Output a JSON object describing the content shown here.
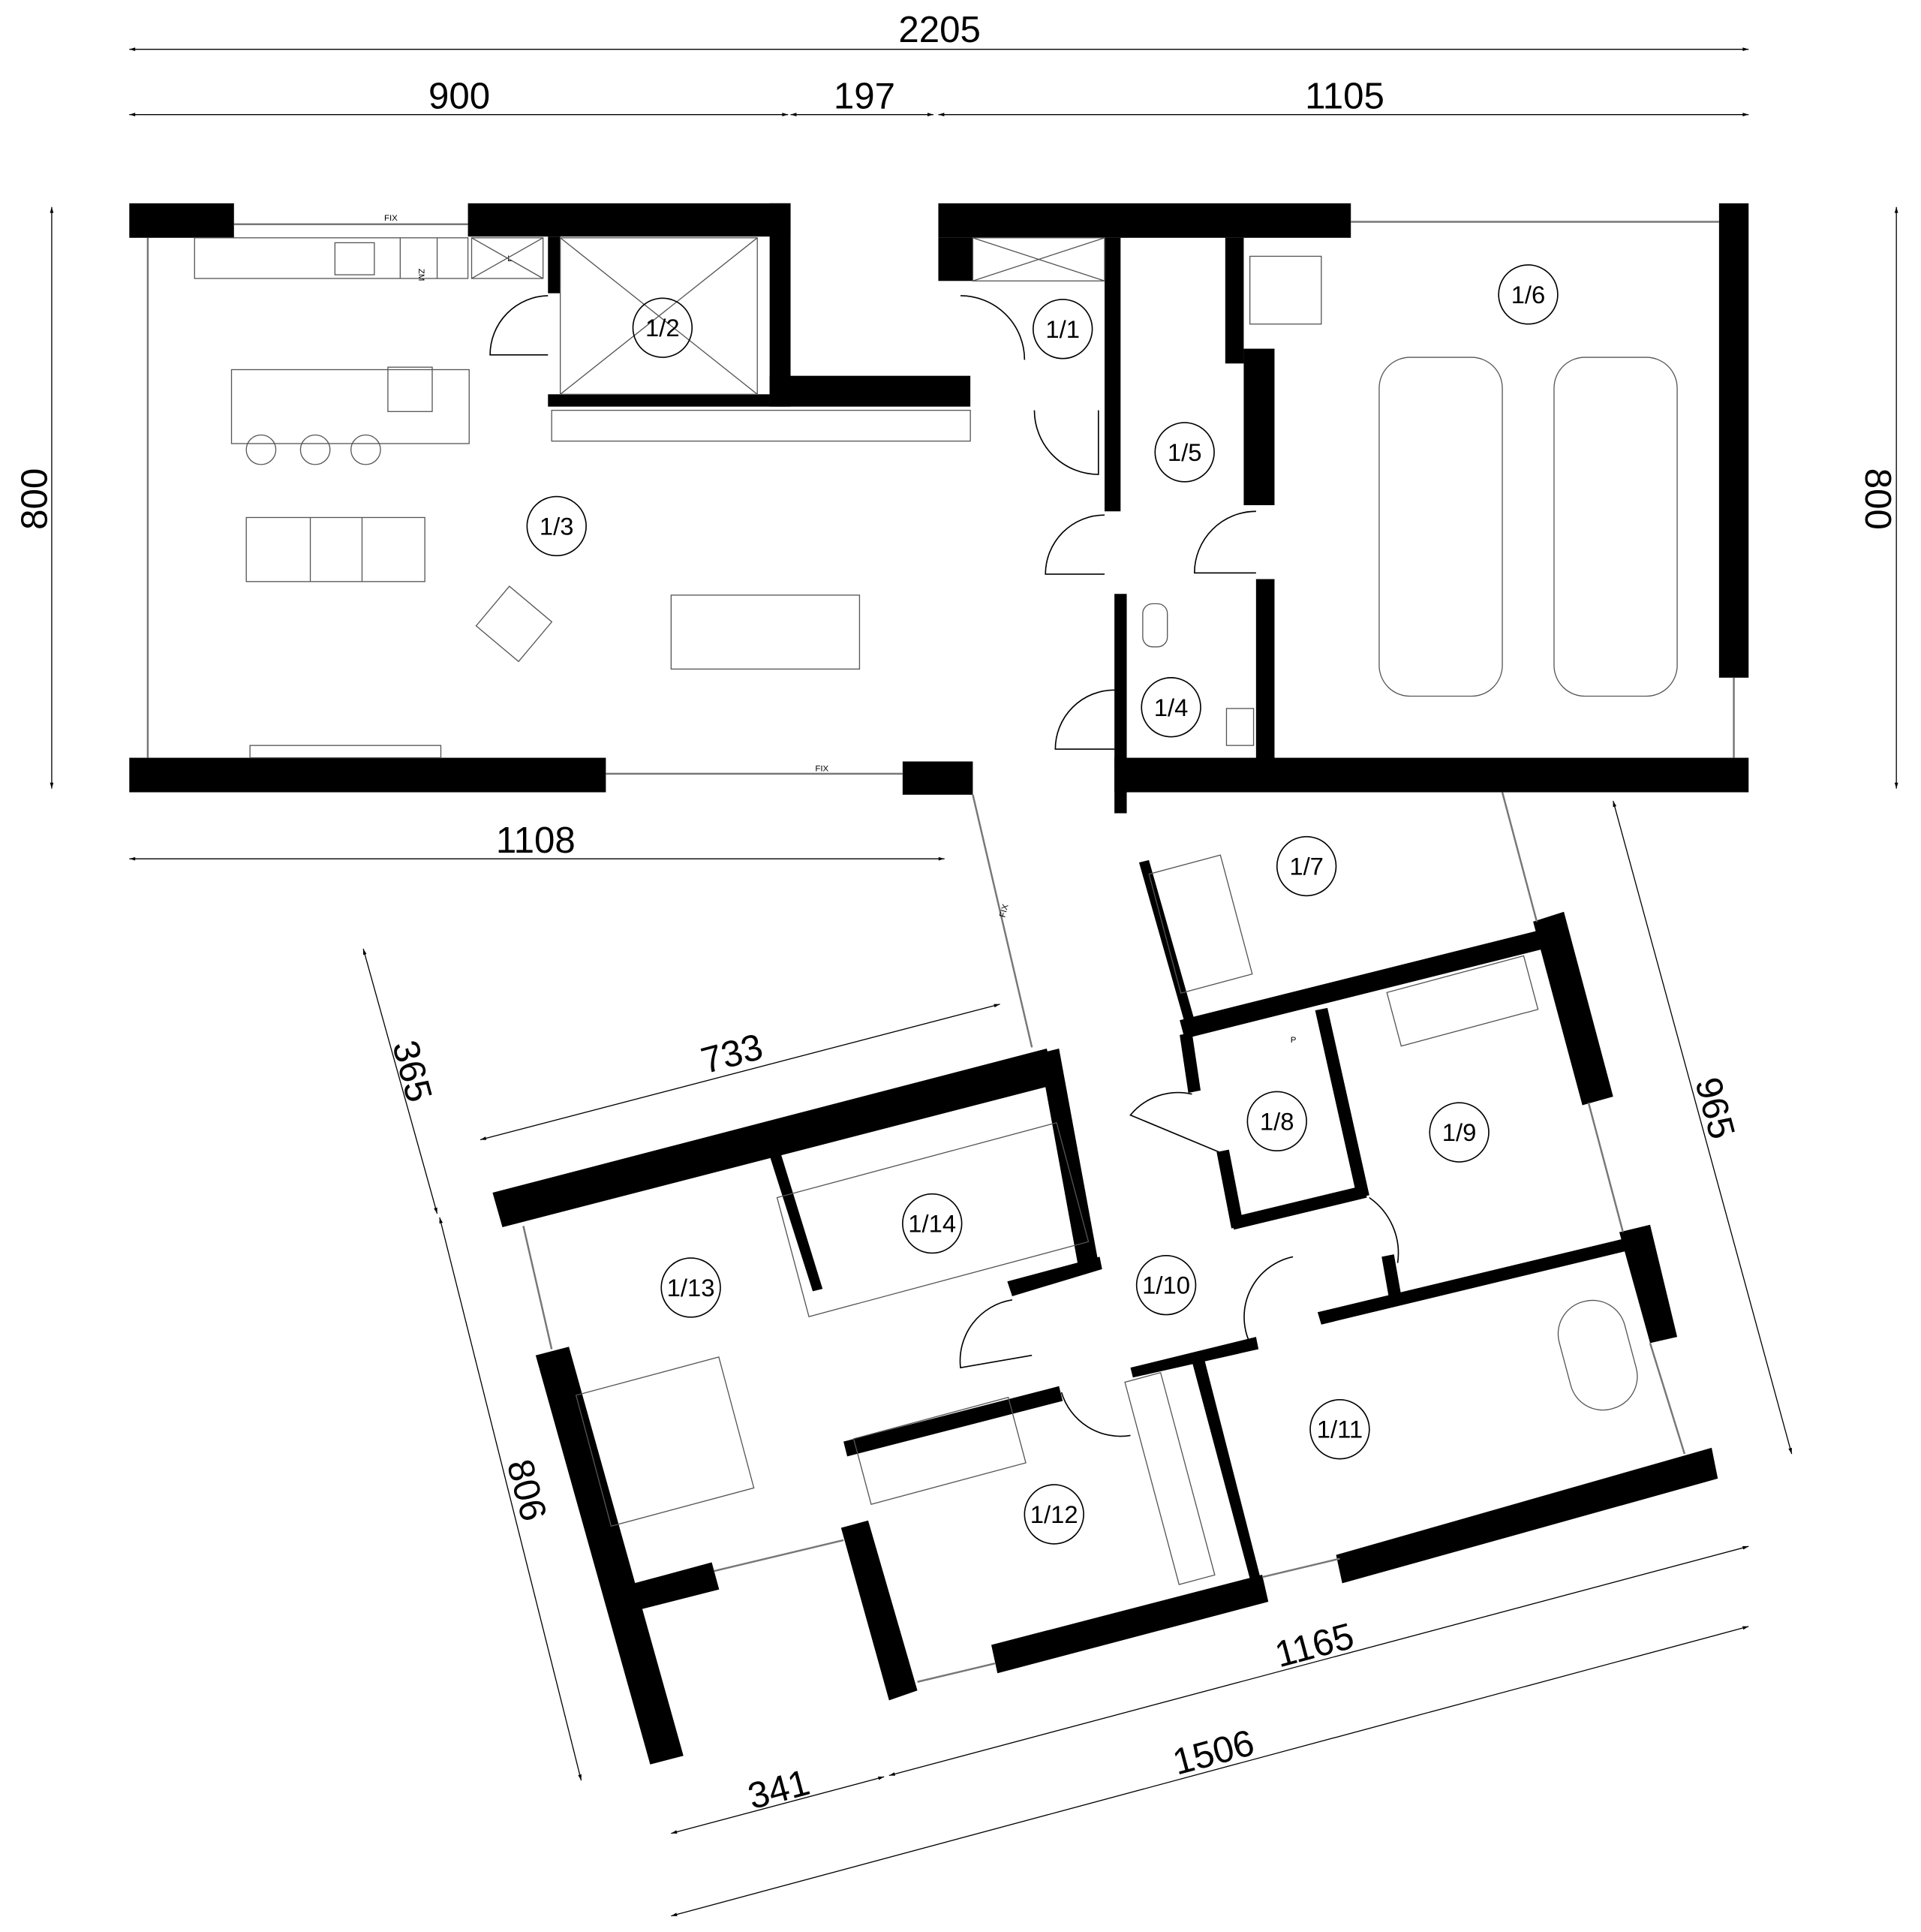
{
  "title": "Floor plan",
  "dimensions": {
    "overall_width": "2205",
    "segment_left": "900",
    "segment_mid": "197",
    "segment_right": "1105",
    "height_left": "800",
    "height_right": "800",
    "living_width": "1108",
    "wing_short": "365",
    "wing_top": "733",
    "wing_right": "965",
    "wing_left": "806",
    "wing_bottom_inner": "1165",
    "wing_bottom_left": "341",
    "wing_bottom_outer": "1506"
  },
  "rooms": [
    "1/1",
    "1/2",
    "1/3",
    "1/4",
    "1/5",
    "1/6",
    "1/7",
    "1/8",
    "1/9",
    "1/10",
    "1/11",
    "1/12",
    "1/13",
    "1/14"
  ],
  "labels": {
    "fix": "FIX",
    "washer": "ZM",
    "fridge": "L",
    "pantry": "P"
  }
}
